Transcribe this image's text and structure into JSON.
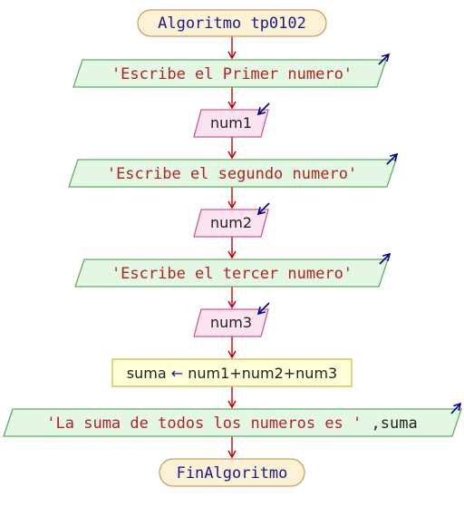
{
  "flowchart": {
    "start": "Algoritmo tp0102",
    "print_1": "'Escribe el Primer numero'",
    "read_1": "num1",
    "print_2": "'Escribe el segundo numero'",
    "read_2": "num2",
    "print_3": "'Escribe el tercer numero'",
    "read_3": "num3",
    "assign": {
      "target": "suma",
      "arrow": "←",
      "expression": "num1+num2+num3"
    },
    "print_4": {
      "string": "'La suma de todos los numeros es '",
      "rest": ",suma"
    },
    "end": "FinAlgoritmo"
  },
  "colors": {
    "terminal_fill": "#fdf1d6",
    "terminal_stroke": "#c9a15f",
    "output_fill": "#e4f7e4",
    "output_stroke": "#5fae5f",
    "input_fill": "#fce3f0",
    "input_stroke": "#c85a96",
    "process_fill": "#ffffd8",
    "process_stroke": "#c9bf4a",
    "connector": "#c00000",
    "string_text": "#b22222",
    "keyword_text": "#1a1a8c",
    "output_arrow": "#000080"
  }
}
